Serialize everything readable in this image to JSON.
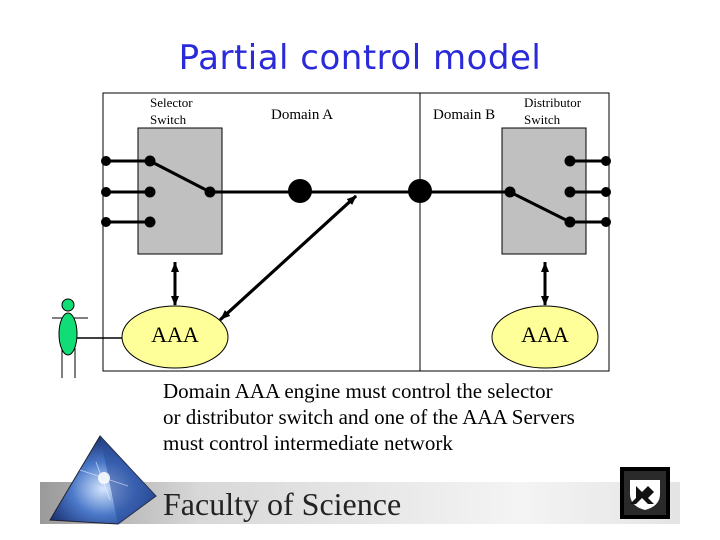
{
  "title": "Partial control model",
  "diagram": {
    "selector_switch_label": [
      "Selector",
      "Switch"
    ],
    "distributor_switch_label": [
      "Distributor",
      "Switch"
    ],
    "domain_a_label": "Domain A",
    "domain_b_label": "Domain B",
    "aaa_left_label": "AAA",
    "aaa_right_label": "AAA"
  },
  "body_text": [
    "Domain AAA engine must control the selector",
    "or distributor switch and one of the AAA Servers",
    "must control intermediate network"
  ],
  "footer": {
    "faculty_text": "Faculty of Science"
  },
  "colors": {
    "title": "#2a2ad8",
    "aaa_fill": "#ffff99",
    "switch_fill": "#c0c0c0",
    "user_fill": "#11dd77"
  },
  "icons": {
    "logo": "pyramid-logo",
    "crest": "uva-crest-logo",
    "user": "user-figure-icon"
  }
}
